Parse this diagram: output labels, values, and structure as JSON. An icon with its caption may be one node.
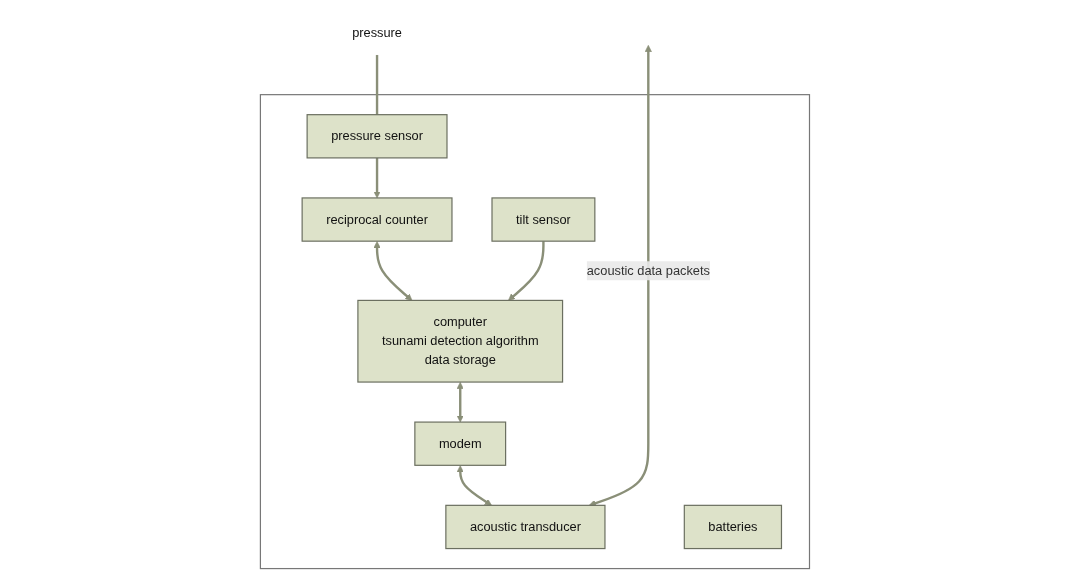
{
  "diagram": {
    "nodes": [
      {
        "text": [],
        "shape": "box"
      },
      {
        "text": [
          "pressure"
        ]
      },
      {
        "text": [
          "pressure sensor"
        ],
        "in": 0
      },
      {
        "text": [
          "reciprocal counter"
        ],
        "in": 0
      },
      {
        "text": [
          "tilt sensor"
        ],
        "in": 0
      },
      {
        "text": [
          "computer",
          "tsunami detection algorithm",
          "data storage"
        ],
        "in": 0
      },
      {
        "text": [
          "modem"
        ],
        "in": 0
      },
      {
        "text": [
          "acoustic transducer"
        ],
        "in": 0
      },
      {
        "text": [
          "batteries"
        ],
        "in": 0
      }
    ],
    "edges": [
      {
        "from": 1,
        "to": 2,
        "arrow": "none"
      },
      {
        "from": 2,
        "to": 3,
        "arrow": "to"
      },
      {
        "from": 3,
        "to": 5,
        "arrow": "both"
      },
      {
        "from": 4,
        "to": 5,
        "arrow": "to"
      },
      {
        "from": 5,
        "to": 6,
        "arrow": "both"
      },
      {
        "from": 6,
        "to": 7,
        "arrow": "both"
      },
      {
        "from": 7,
        "to": null,
        "arrow": "both",
        "label": "acoustic data packets"
      }
    ]
  }
}
